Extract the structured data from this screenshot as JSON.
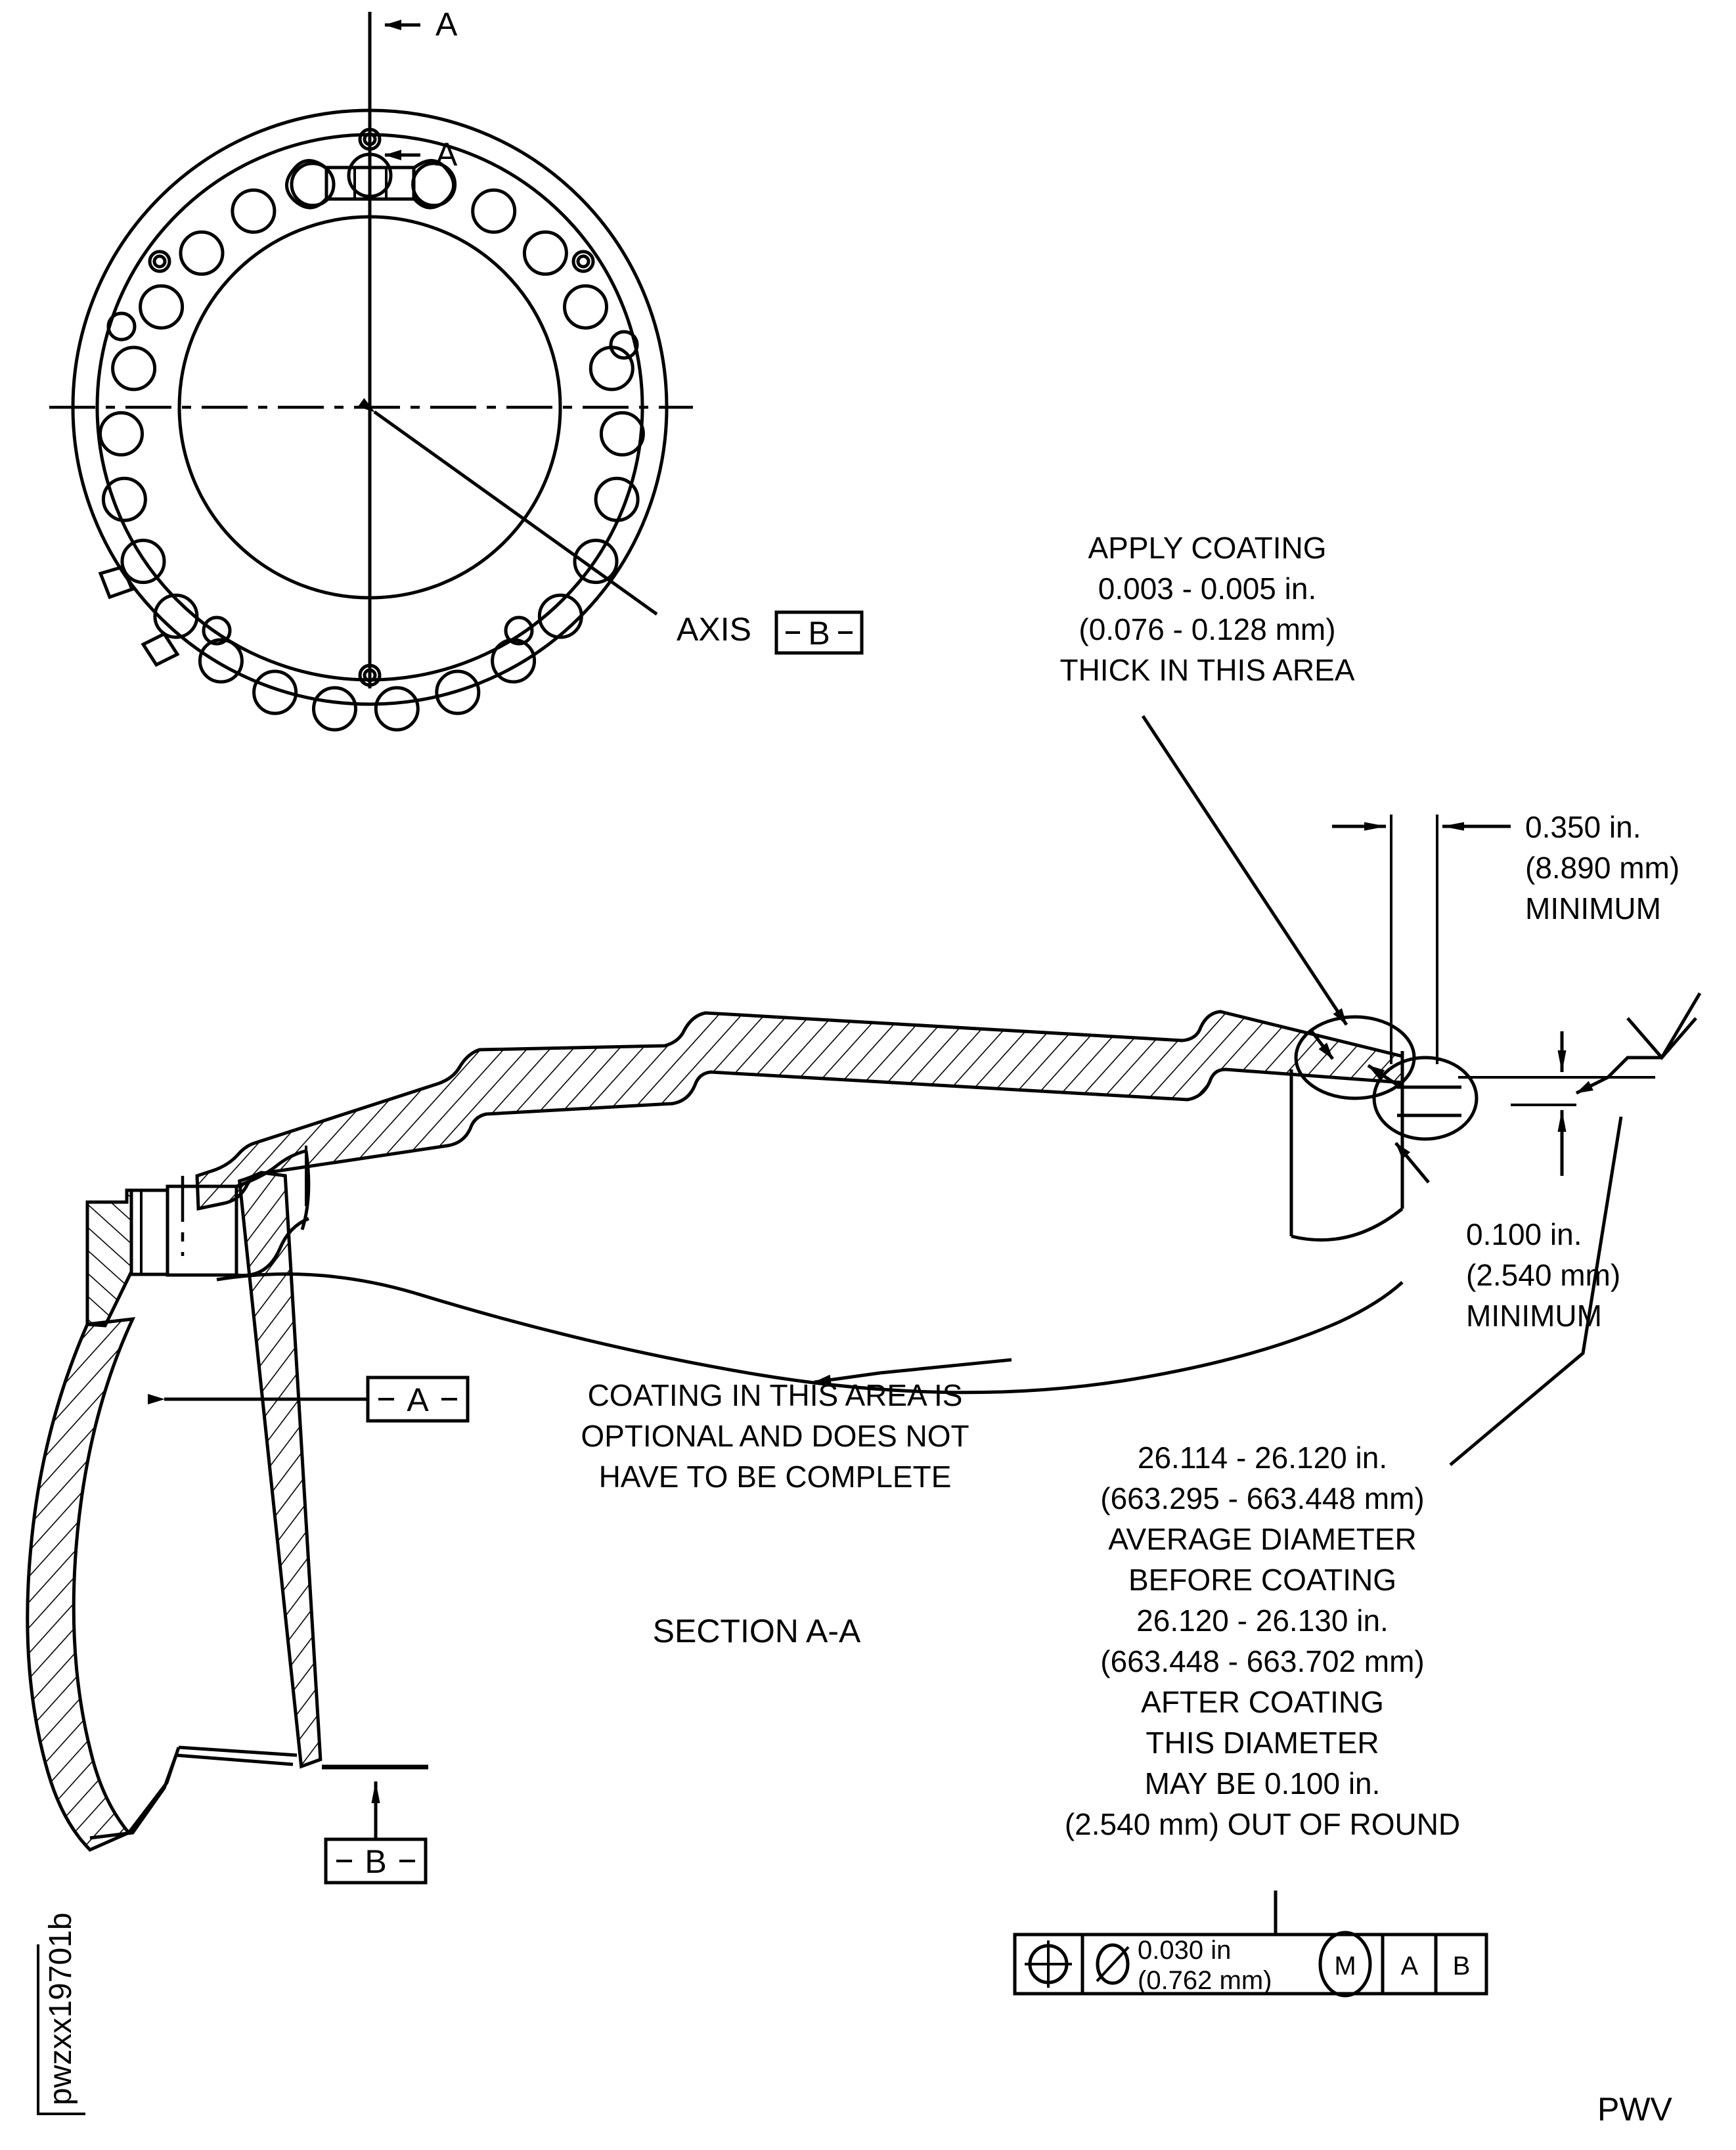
{
  "drawing": {
    "sheet_code_left": "pwzxx19701b",
    "sheet_code_right": "PWV",
    "section_title": "SECTION A-A"
  },
  "top_view": {
    "section_arrow_label_top": "A",
    "section_arrow_label_inner": "A",
    "axis_callout": {
      "text": "AXIS",
      "datum_letter": "B",
      "datum_prefix": "-",
      "datum_suffix": "-"
    }
  },
  "notes": {
    "apply_coating": [
      "APPLY COATING",
      "0.003 - 0.005 in.",
      "(0.076 - 0.128 mm)",
      "THICK IN THIS AREA"
    ],
    "optional_coating": [
      "COATING IN THIS AREA IS",
      "OPTIONAL AND DOES NOT",
      "HAVE TO BE COMPLETE"
    ],
    "diameter_note": [
      "26.114 - 26.120 in.",
      "(663.295 - 663.448 mm)",
      "AVERAGE DIAMETER",
      "BEFORE COATING",
      "26.120 - 26.130 in.",
      "(663.448 - 663.702 mm)",
      "AFTER COATING",
      "THIS DIAMETER",
      "MAY BE 0.100 in.",
      "(2.540 mm) OUT OF ROUND"
    ]
  },
  "dimensions": {
    "width_min": {
      "inch": "0.350 in.",
      "mm": "(8.890 mm)",
      "qualifier": "MINIMUM"
    },
    "height_min": {
      "inch": "0.100 in.",
      "mm": "(2.540 mm)",
      "qualifier": "MINIMUM"
    }
  },
  "datums": {
    "a": {
      "letter": "A",
      "prefix": "-",
      "suffix": "-"
    },
    "b": {
      "letter": "B",
      "prefix": "-",
      "suffix": "-"
    }
  },
  "feature_control_frame": {
    "symbol": "position-symbol",
    "diameter_symbol": "Ø",
    "tolerance_inch": "0.030 in",
    "tolerance_mm": "(0.762 mm)",
    "material_modifier": "M",
    "primary_datum": "A",
    "secondary_datum": "B"
  },
  "surface_finish": {
    "symbol": "machining-triangle-symbol"
  },
  "colors": {
    "line": "#000000",
    "background": "#ffffff"
  }
}
